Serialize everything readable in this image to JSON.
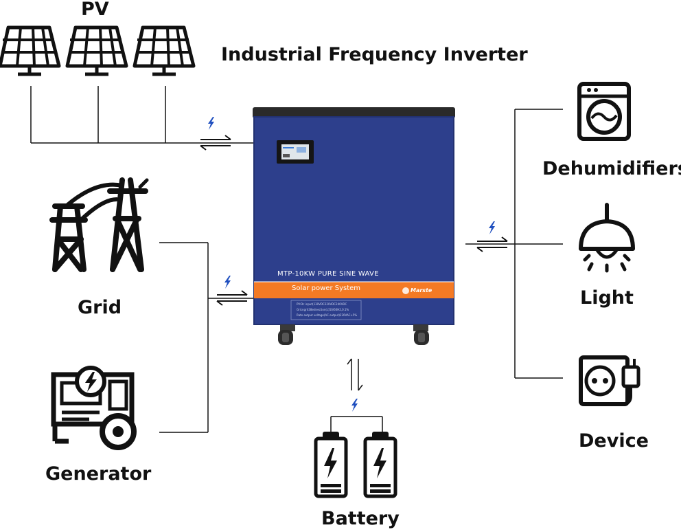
{
  "title": "Industrial Frequency Inverter",
  "nodes": {
    "pv": "PV",
    "grid": "Grid",
    "generator": "Generator",
    "battery": "Battery",
    "dehumidifiers": "Dehumidifiers",
    "light": "Light",
    "device": "Device"
  },
  "inverter": {
    "model": "MTP-10KW PURE SINE WAVE",
    "system": "Solar power System",
    "brand": "Marste",
    "specs": [
      "PV:Dc input(130VDC220VDC240VDC",
      "Gricngrit38ednection(c)50/60H2,0.1%",
      "Rate output voltage(AC output)220VAC+5%"
    ],
    "panel_color": "#2d3f8c",
    "stripe_color": "#f47a24"
  },
  "accent_colors": {
    "line": "#111111",
    "bolt": "#1f4fbf"
  },
  "icons": [
    "solar-panel-icon",
    "power-tower-icon",
    "generator-icon",
    "battery-icon",
    "washing-machine-icon",
    "lamp-icon",
    "socket-icon",
    "lightning-icon",
    "bidirectional-arrow-icon"
  ]
}
